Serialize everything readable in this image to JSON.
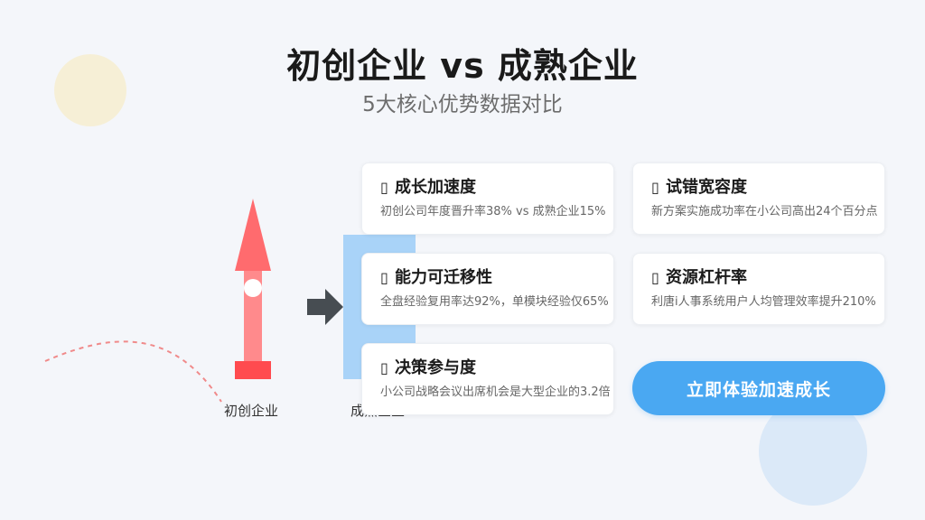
{
  "header": {
    "title": "初创企业 vs 成熟企业",
    "subtitle": "5大核心优势数据对比"
  },
  "illustration": {
    "left_label": "初创企业",
    "right_label": "成熟企业"
  },
  "cards": [
    {
      "icon": "placeholder-glyph-icon",
      "title": "成长加速度",
      "desc": "初创公司年度晋升率38% vs 成熟企业15%"
    },
    {
      "icon": "placeholder-glyph-icon",
      "title": "试错宽容度",
      "desc": "新方案实施成功率在小公司高出24个百分点"
    },
    {
      "icon": "placeholder-glyph-icon",
      "title": "能力可迁移性",
      "desc": "全盘经验复用率达92%，单模块经验仅65%"
    },
    {
      "icon": "placeholder-glyph-icon",
      "title": "资源杠杆率",
      "desc": "利唐i人事系统用户人均管理效率提升210%"
    },
    {
      "icon": "placeholder-glyph-icon",
      "title": "决策参与度",
      "desc": "小公司战略会议出席机会是大型企业的3.2倍"
    }
  ],
  "cta": {
    "label": "立即体验加速成长"
  },
  "colors": {
    "accent": "#4aa8f2",
    "rocket_red": "#ff5a5f",
    "panel_blue": "#a9d3f8",
    "arrow_gray": "#474d52"
  }
}
